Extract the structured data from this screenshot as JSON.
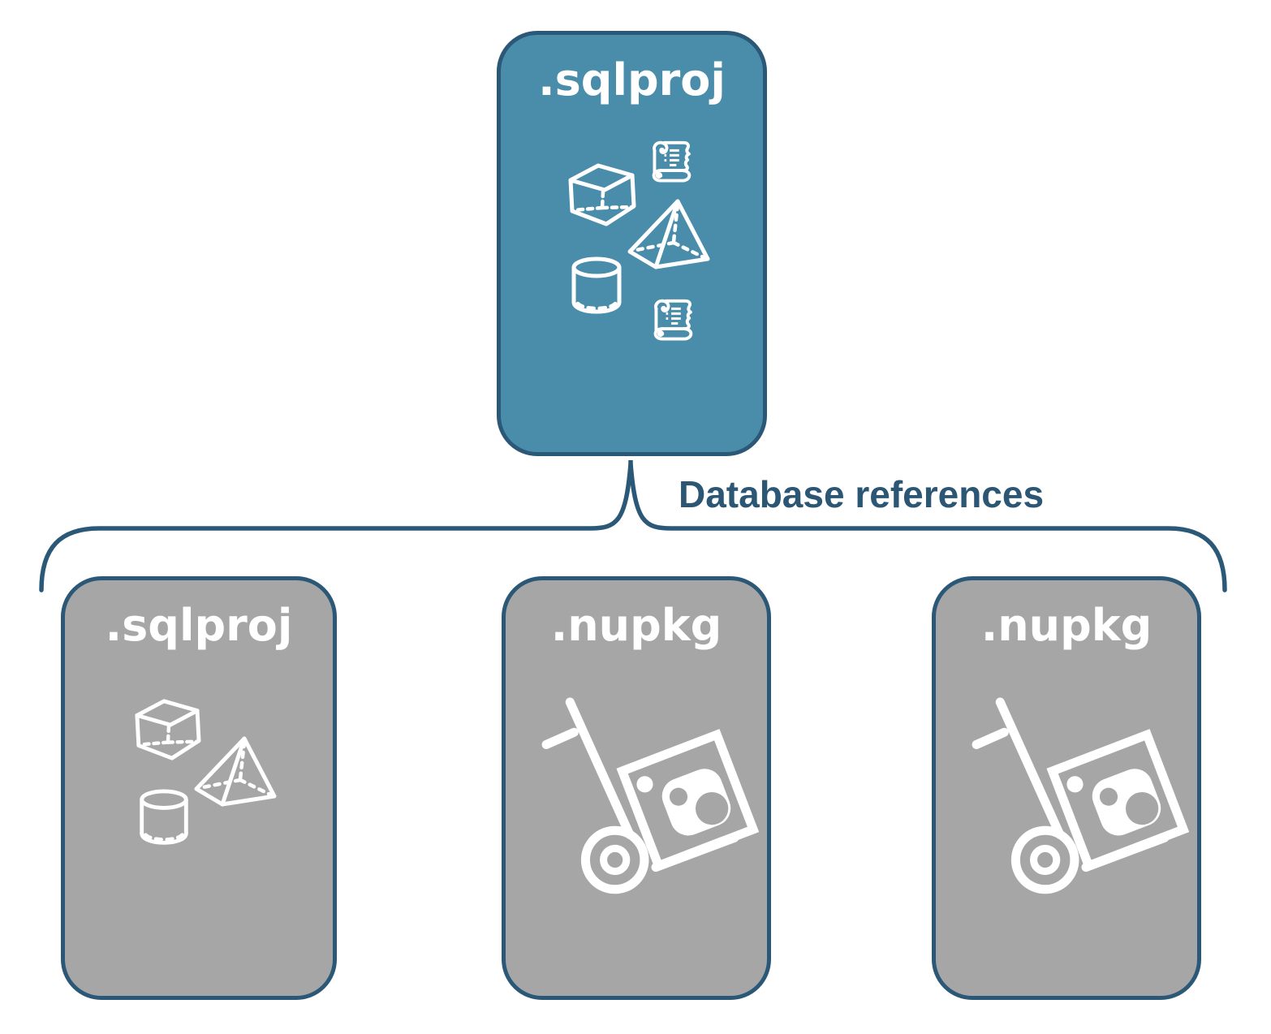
{
  "diagram": {
    "label": "Database references",
    "top_card": {
      "title": ".sqlproj",
      "variant": "accent",
      "icons": [
        "script-scroll-icon",
        "cube-icon",
        "pyramid-icon",
        "cylinder-icon",
        "script-scroll-icon"
      ]
    },
    "child_cards": [
      {
        "title": ".sqlproj",
        "variant": "gray",
        "icons": [
          "cube-icon",
          "pyramid-icon",
          "cylinder-icon"
        ]
      },
      {
        "title": ".nupkg",
        "variant": "gray",
        "icons": [
          "nuget-package-dolly-icon"
        ]
      },
      {
        "title": ".nupkg",
        "variant": "gray",
        "icons": [
          "nuget-package-dolly-icon"
        ]
      }
    ],
    "colors": {
      "accent_fill": "#4a8dab",
      "gray_fill": "#a6a6a6",
      "outline_navy": "#2b5877",
      "label_navy": "#2b5674",
      "icon_white": "#ffffff"
    }
  }
}
